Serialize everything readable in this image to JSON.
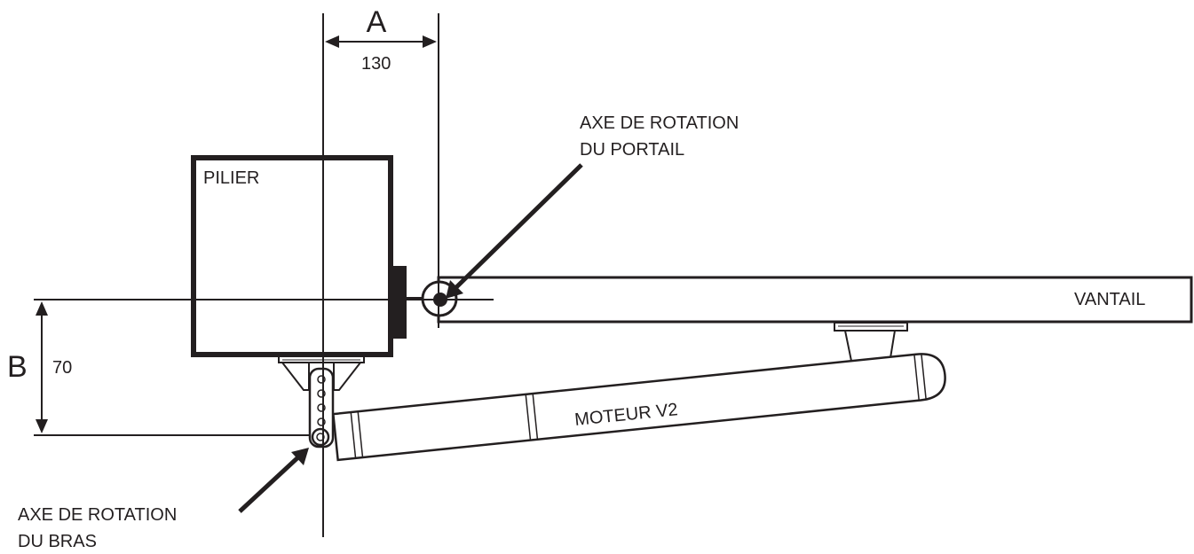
{
  "dimensions": {
    "a_letter": "A",
    "a_value": "130",
    "b_letter": "B",
    "b_value": "70"
  },
  "labels": {
    "pilier": "PILIER",
    "vantail": "VANTAIL",
    "moteur": "MOTEUR V2",
    "axe_portail_line1": "AXE DE ROTATION",
    "axe_portail_line2": "DU PORTAIL",
    "axe_bras_line1": "AXE DE ROTATION",
    "axe_bras_line2": "DU BRAS"
  },
  "colors": {
    "ink": "#231f20",
    "background": "#ffffff"
  }
}
